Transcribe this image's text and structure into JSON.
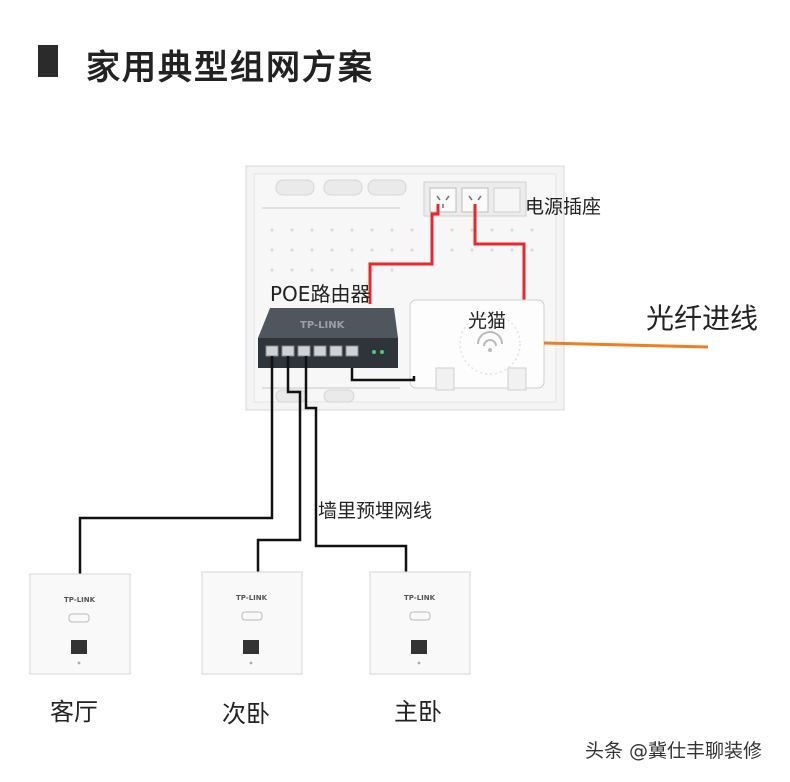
{
  "title": "家用典型组网方案",
  "labels": {
    "power_socket": "电源插座",
    "poe_router": "POE路由器",
    "optical_modem": "光猫",
    "fiber_in": "光纤进线",
    "wall_cable": "墙里预埋网线",
    "living_room": "客厅",
    "second_bedroom": "次卧",
    "master_bedroom": "主卧"
  },
  "brand": "TP-LINK",
  "watermark": "头条 @冀仕丰聊装修",
  "colors": {
    "power_cable": "#e8262b",
    "fiber_cable": "#ef7d22",
    "network_cable": "#111111",
    "router_body": "#3a3f46",
    "enclosure": "#f4f4f4"
  }
}
